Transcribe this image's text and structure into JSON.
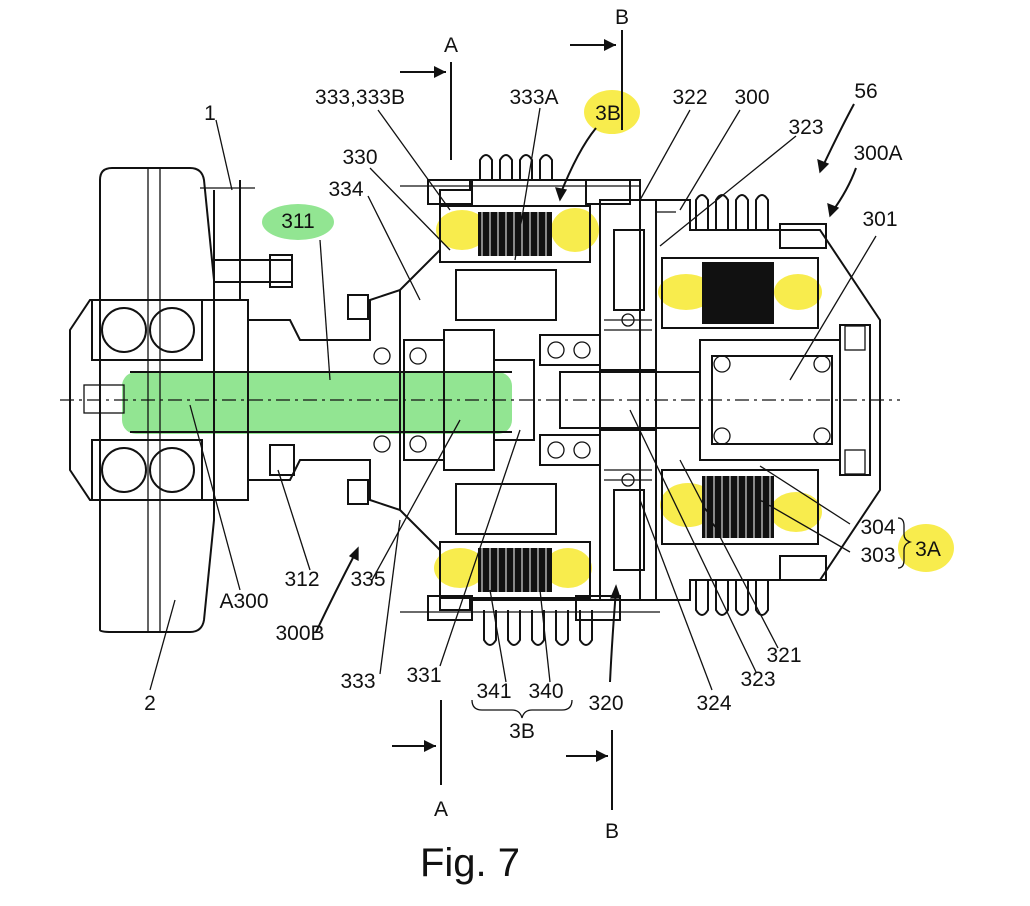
{
  "figure": {
    "caption": "Fig. 7",
    "section_marks": {
      "a": "A",
      "b": "B"
    },
    "labels": {
      "l1": "1",
      "l2": "2",
      "l56": "56",
      "l300": "300",
      "l300A": "300A",
      "l300B": "300B",
      "l301": "301",
      "l303": "303",
      "l304": "304",
      "l3A": "3A",
      "l3B_top": "3B",
      "l3B_bottom": "3B",
      "l311": "311",
      "l312": "312",
      "l320": "320",
      "l321": "321",
      "l322": "322",
      "l323_top": "323",
      "l323_bottom": "323",
      "l324": "324",
      "l330": "330",
      "l331": "331",
      "l333": "333",
      "l333_333B": "333,333B",
      "l333A": "333A",
      "l334": "334",
      "l335": "335",
      "l340": "340",
      "l341": "341",
      "lA300": "A300"
    },
    "highlight_colors": {
      "yellow": "#f7ea3a",
      "green": "#7fe07f"
    }
  }
}
